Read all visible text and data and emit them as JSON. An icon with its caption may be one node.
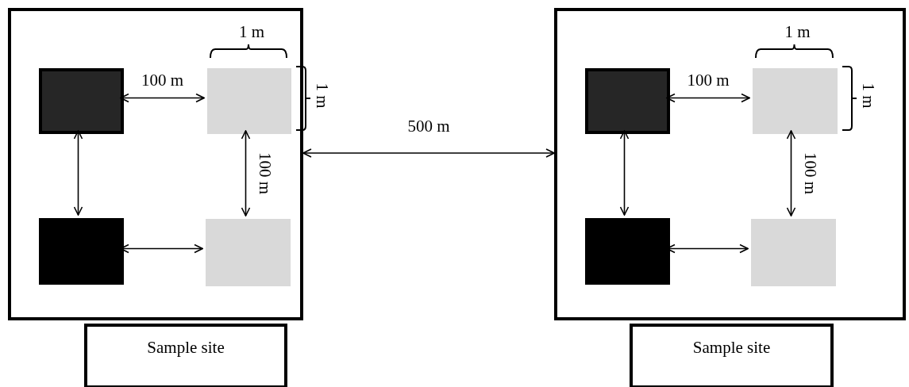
{
  "diagram": {
    "nodes": [
      {
        "text": [],
        "shape": "box"
      },
      {
        "text": [],
        "shape": "box",
        "in": 0
      },
      {
        "text": [],
        "shape": "box",
        "in": 0
      },
      {
        "text": [],
        "shape": "box",
        "in": 0
      },
      {
        "text": [],
        "shape": "box",
        "in": 0
      },
      {
        "text": [
          "Sample site"
        ]
      },
      {
        "text": [],
        "shape": "box"
      },
      {
        "text": [],
        "shape": "box",
        "in": 6
      },
      {
        "text": [],
        "shape": "box",
        "in": 6
      },
      {
        "text": [],
        "shape": "box",
        "in": 6
      },
      {
        "text": [],
        "shape": "box",
        "in": 6
      },
      {
        "text": [
          "Sample site"
        ]
      }
    ],
    "edges": [
      {
        "from": 1,
        "to": 2,
        "arrow": "both",
        "label": "100 m"
      },
      {
        "from": 1,
        "to": 3,
        "arrow": "both"
      },
      {
        "from": 2,
        "to": 4,
        "arrow": "both",
        "label": "100 m"
      },
      {
        "from": 3,
        "to": 4,
        "arrow": "both"
      },
      {
        "from": 0,
        "to": 6,
        "arrow": "both",
        "label": "500 m"
      },
      {
        "from": 7,
        "to": 8,
        "arrow": "both",
        "label": "100 m"
      },
      {
        "from": 7,
        "to": 9,
        "arrow": "both"
      },
      {
        "from": 8,
        "to": 10,
        "arrow": "both",
        "label": "100 m"
      },
      {
        "from": 9,
        "to": 10,
        "arrow": "both"
      }
    ],
    "labels": [
      "1 m",
      "1 m",
      "1 m",
      "1 m"
    ]
  }
}
